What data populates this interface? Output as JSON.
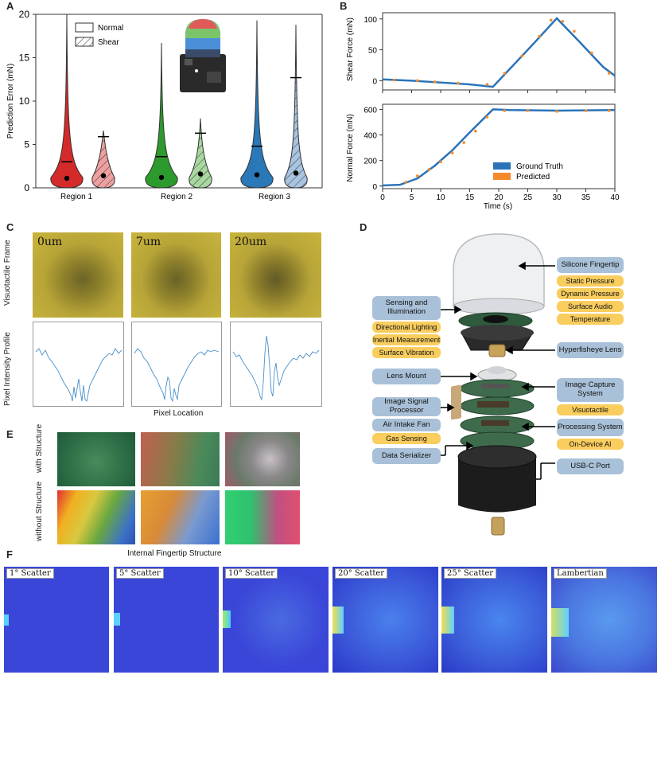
{
  "panels": {
    "a": "A",
    "b": "B",
    "c": "C",
    "d": "D",
    "e": "E",
    "f": "F"
  },
  "panel_a": {
    "ylabel": "Prediction Error (mN)",
    "legend": [
      "Normal",
      "Shear"
    ],
    "categories": [
      "Region 1",
      "Region 2",
      "Region 3"
    ],
    "yticks": [
      "0",
      "5",
      "10",
      "15",
      "20"
    ]
  },
  "panel_b": {
    "top_ylabel": "Shear Force (mN)",
    "bottom_ylabel": "Normal Force (mN)",
    "xlabel": "Time (s)",
    "legend": [
      "Ground Truth",
      "Predicted"
    ],
    "top_yticks": [
      "0",
      "50",
      "100"
    ],
    "bottom_yticks": [
      "0",
      "200",
      "400",
      "600"
    ],
    "xticks": [
      "0",
      "5",
      "10",
      "15",
      "20",
      "25",
      "30",
      "35",
      "40"
    ]
  },
  "panel_c": {
    "frames": [
      "0um",
      "7um",
      "20um"
    ],
    "row1_label": "Visuotactile Frame",
    "row2_label": "Pixel Intensity Profile",
    "xlabel": "Pixel Location"
  },
  "panel_d": {
    "left": [
      "Sensing and Illumination",
      "Lens Mount",
      "Image Signal Processor",
      "Air Intake Fan",
      "Data Serializer"
    ],
    "left_tags": [
      "Directional Lighting",
      "Inertial Measurement",
      "Surface Vibration",
      "Gas Sensing"
    ],
    "right": [
      "Silicone Fingertip",
      "Hyperfisheye Lens",
      "Image Capture System",
      "Processing System",
      "USB-C Port"
    ],
    "right_tags": [
      "Static Pressure",
      "Dynamic Pressure",
      "Surface Audio",
      "Temperature",
      "Visuotactile",
      "On-Device AI"
    ]
  },
  "panel_e": {
    "row1": "with Structure",
    "row2": "without Structure",
    "xlabel": "Internal Fingertip Structure"
  },
  "panel_f": {
    "tiles": [
      "1° Scatter",
      "5° Scatter",
      "10° Scatter",
      "20° Scatter",
      "25° Scatter",
      "Lambertian"
    ]
  },
  "chart_data": [
    {
      "type": "violin",
      "title": "",
      "ylabel": "Prediction Error (mN)",
      "ylim": [
        0,
        20
      ],
      "categories": [
        "Region 1",
        "Region 2",
        "Region 3"
      ],
      "series": [
        {
          "name": "Normal",
          "median": [
            1.1,
            1.2,
            1.5
          ],
          "upper": [
            3.0,
            3.6,
            4.8
          ],
          "max": [
            20,
            16.7,
            19.3
          ]
        },
        {
          "name": "Shear",
          "median": [
            1.4,
            1.6,
            1.7
          ],
          "upper": [
            5.9,
            6.3,
            12.7
          ],
          "max": [
            6.6,
            8.0,
            18.8
          ]
        }
      ]
    },
    {
      "type": "line",
      "ylabel": "Shear Force (mN)",
      "xlabel": "Time (s)",
      "xlim": [
        0,
        40
      ],
      "ylim": [
        -15,
        110
      ],
      "series": [
        {
          "name": "Ground Truth",
          "x": [
            0,
            5,
            10,
            15,
            19,
            22,
            26,
            30,
            34,
            38,
            40
          ],
          "y": [
            2,
            0,
            -3,
            -6,
            -10,
            20,
            60,
            101,
            62,
            22,
            8
          ]
        },
        {
          "name": "Predicted",
          "x": [
            2,
            6,
            9,
            13,
            18,
            21,
            24,
            27,
            29,
            31,
            33,
            36,
            39
          ],
          "y": [
            1,
            0,
            -2,
            -4,
            -6,
            12,
            40,
            72,
            98,
            96,
            80,
            45,
            12
          ]
        }
      ]
    },
    {
      "type": "line",
      "ylabel": "Normal Force (mN)",
      "xlabel": "Time (s)",
      "xlim": [
        0,
        40
      ],
      "ylim": [
        -20,
        640
      ],
      "series": [
        {
          "name": "Ground Truth",
          "x": [
            0,
            3,
            6,
            9,
            12,
            15,
            19,
            22,
            30,
            40
          ],
          "y": [
            5,
            10,
            60,
            160,
            280,
            420,
            600,
            595,
            590,
            595
          ]
        },
        {
          "name": "Predicted",
          "x": [
            4,
            6,
            8,
            10,
            12,
            14,
            16,
            18,
            21,
            25,
            30,
            35,
            39
          ],
          "y": [
            30,
            80,
            130,
            190,
            260,
            340,
            430,
            540,
            590,
            590,
            585,
            590,
            590
          ]
        }
      ]
    }
  ]
}
